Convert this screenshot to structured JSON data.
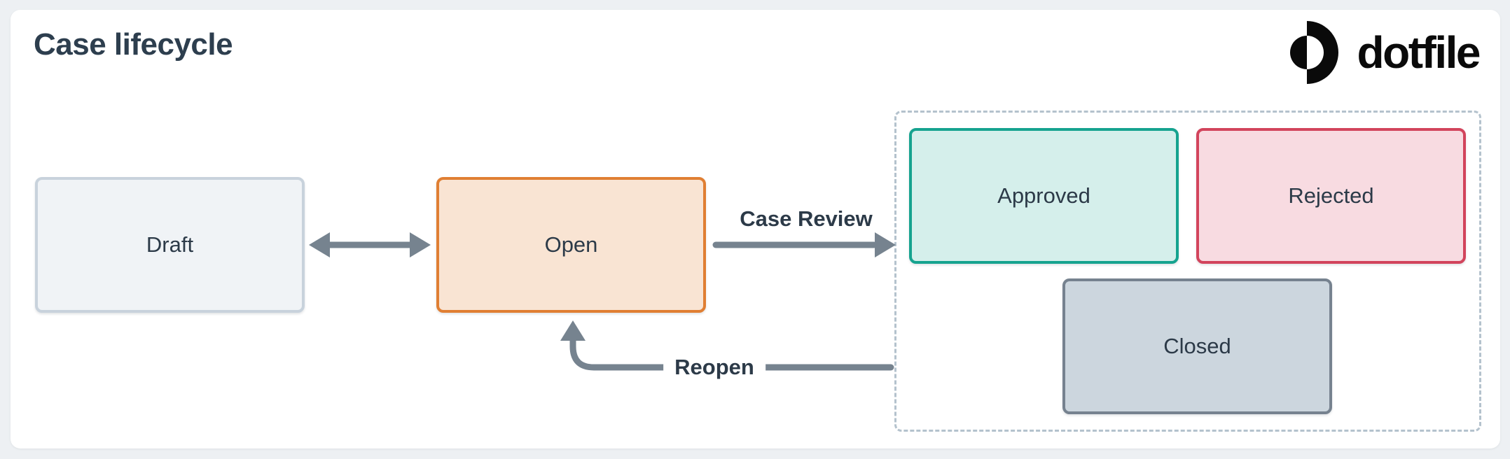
{
  "header": {
    "title": "Case lifecycle",
    "brand": "dotfile"
  },
  "diagram": {
    "nodes": [
      {
        "id": "draft",
        "label": "Draft",
        "fill": "#f0f3f6",
        "border": "#c8d2dc"
      },
      {
        "id": "open",
        "label": "Open",
        "fill": "#f9e4d3",
        "border": "#e07f33"
      },
      {
        "id": "approved",
        "label": "Approved",
        "fill": "#d5efeb",
        "border": "#16a38f"
      },
      {
        "id": "rejected",
        "label": "Rejected",
        "fill": "#f8dbe1",
        "border": "#d2445c"
      },
      {
        "id": "closed",
        "label": "Closed",
        "fill": "#ccd6de",
        "border": "#76828f"
      }
    ],
    "group": {
      "id": "review-outcomes",
      "style": "dashed",
      "border_color": "#b4c2cd",
      "members": [
        "approved",
        "rejected",
        "closed"
      ]
    },
    "edges": [
      {
        "from": "draft",
        "to": "open",
        "type": "bidirectional",
        "label": ""
      },
      {
        "from": "open",
        "to": "review-outcomes",
        "type": "directed",
        "label": "Case Review"
      },
      {
        "from": "review-outcomes",
        "to": "open",
        "type": "directed",
        "label": "Reopen"
      }
    ],
    "arrow_color": "#76838f"
  },
  "colors": {
    "page_bg": "#edf0f3",
    "card_bg": "#ffffff",
    "title_text": "#2d3e4e",
    "node_text": "#2c3a48",
    "logo": "#0a0a0a"
  }
}
